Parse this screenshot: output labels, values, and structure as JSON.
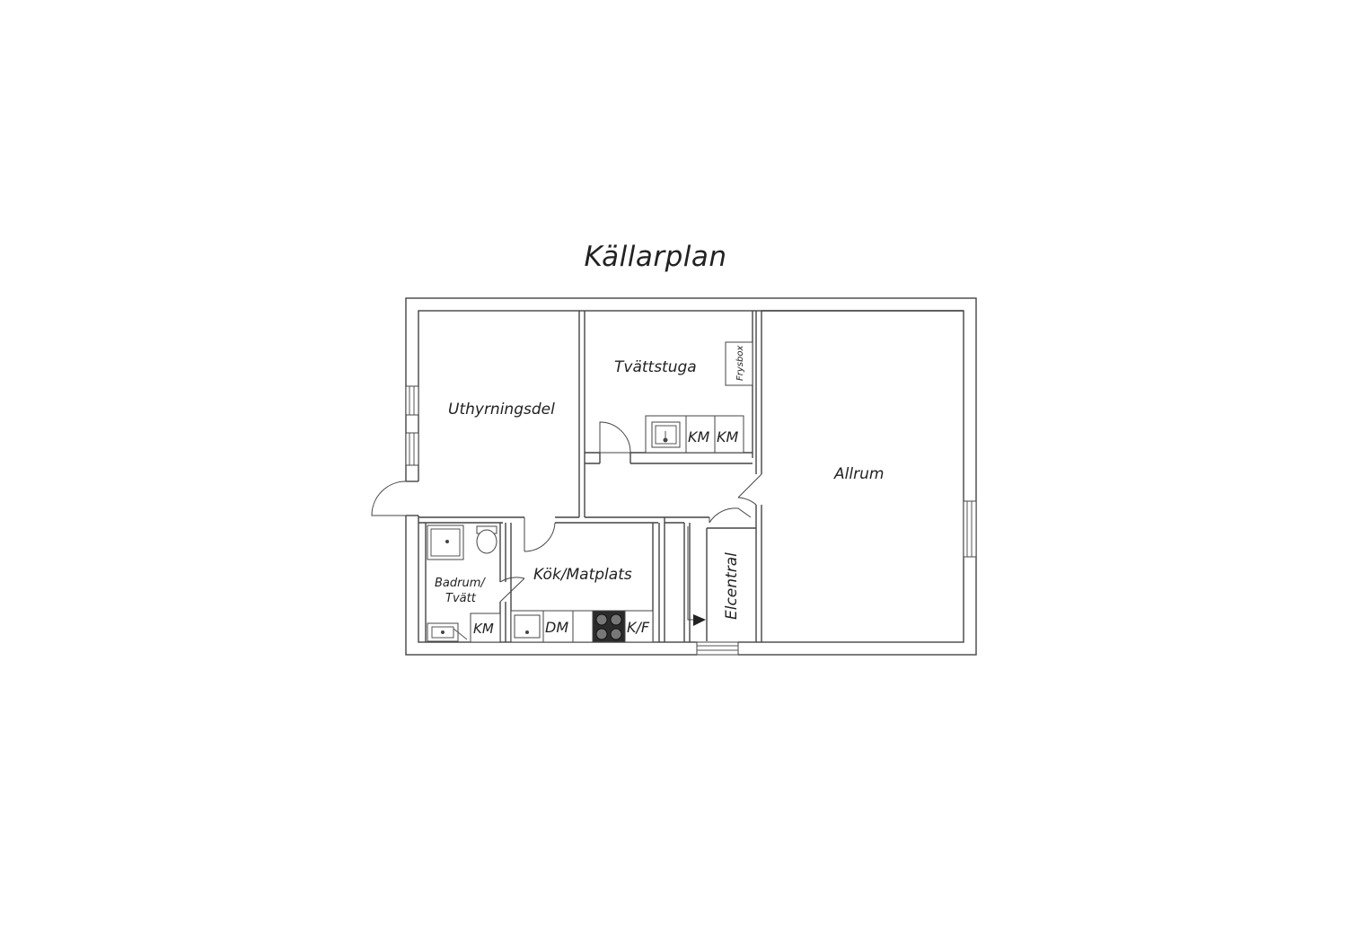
{
  "title": "Källarplan",
  "rooms": {
    "uthyrningsdel": "Uthyrningsdel",
    "tvattstuga": "Tvättstuga",
    "allrum": "Allrum",
    "badrum_line1": "Badrum/",
    "badrum_line2": "Tvätt",
    "kok": "Kök/Matplats",
    "elcentral": "Elcentral"
  },
  "appliances": {
    "frysbox": "Frysbox",
    "km_1": "KM",
    "km_2": "KM",
    "km_bath": "KM",
    "dm": "DM",
    "kf": "K/F"
  },
  "colors": {
    "wall": "#444444",
    "background": "#ffffff",
    "stove": "#2b2b2b"
  }
}
